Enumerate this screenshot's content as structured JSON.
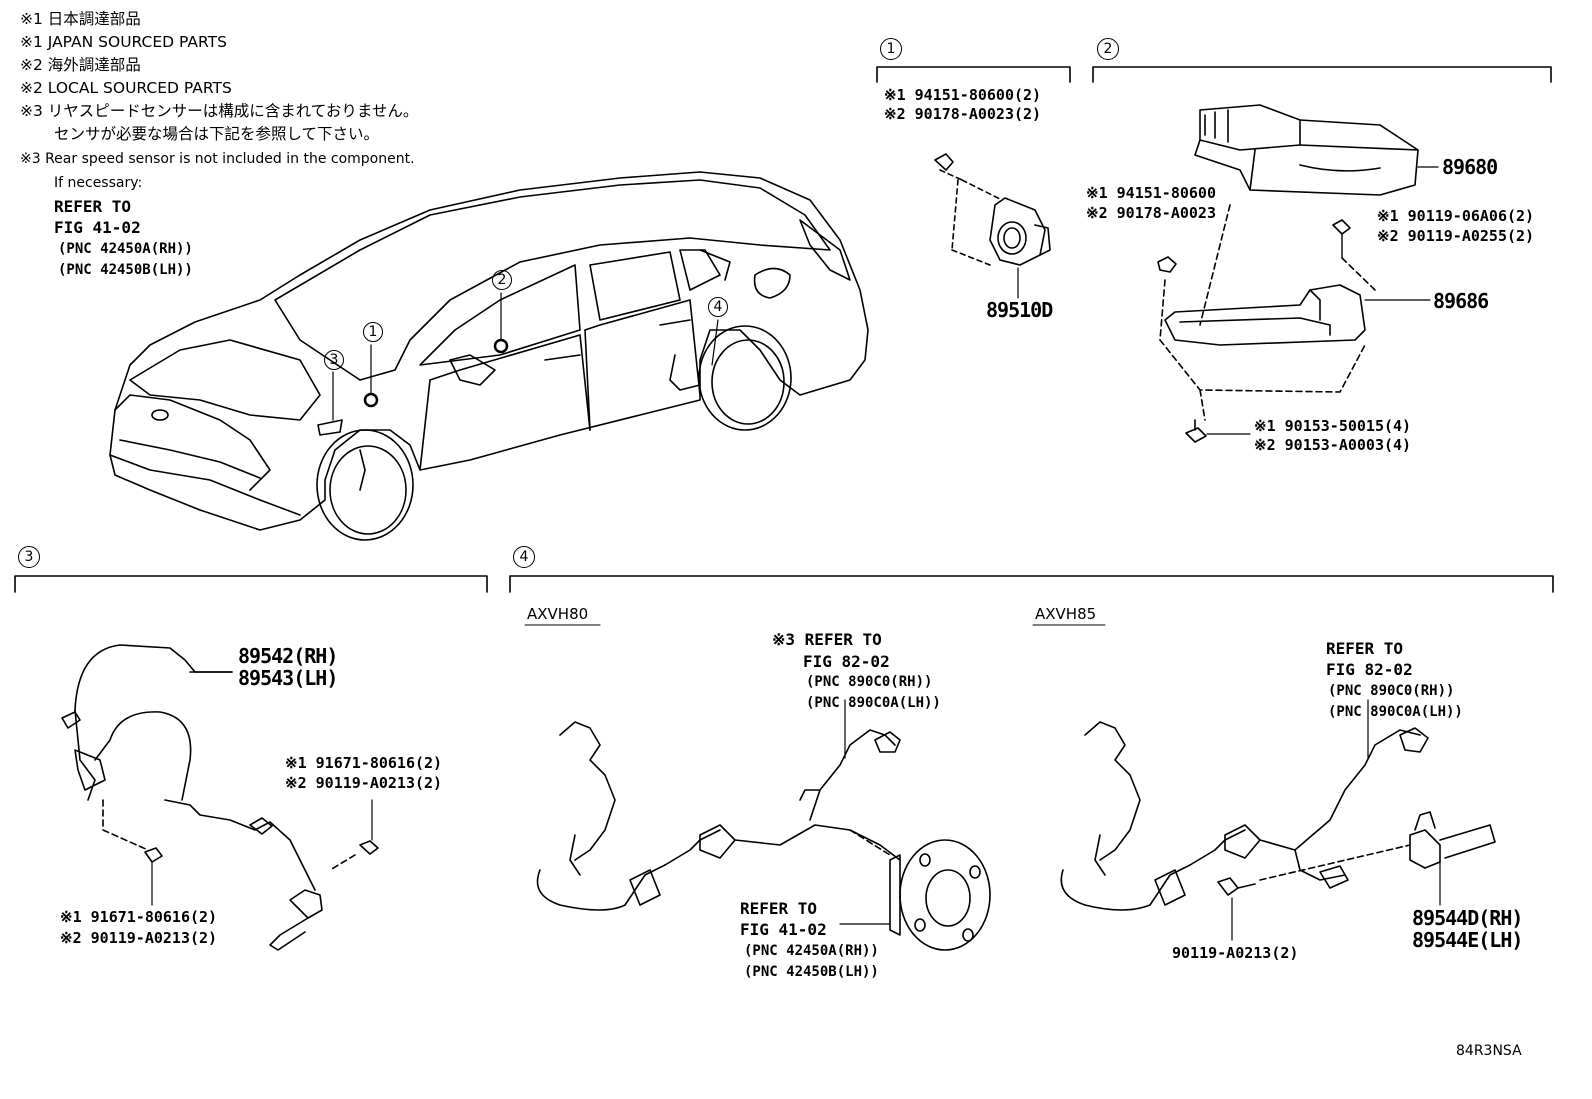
{
  "legend": [
    "※1 日本調達部品",
    "※1 JAPAN SOURCED PARTS",
    "※2 海外調達部品",
    "※2 LOCAL SOURCED PARTS",
    "※3 リヤスピードセンサーは構成に含まれておりません。",
    "センサが必要な場合は下記を参照して下さい。",
    "※3 Rear speed sensor is not included in the component.",
    "If necessary:"
  ],
  "legend_refer": [
    "REFER TO",
    "FIG 41-02",
    "(PNC 42450A(RH))",
    "(PNC 42450B(LH))"
  ],
  "section_numbers": [
    "1",
    "2",
    "3",
    "4"
  ],
  "section1": {
    "fastener": [
      "※1 94151-80600(2)",
      "※2 90178-A0023(2)"
    ],
    "part": "89510D"
  },
  "section2": {
    "ecu": "89680",
    "nut": [
      "※1 94151-80600",
      "※2 90178-A0023"
    ],
    "bolt_top": [
      "※1 90119-06A06(2)",
      "※2 90119-A0255(2)"
    ],
    "bracket": "89686",
    "bolt_bottom": [
      "※1 90153-50015(4)",
      "※2 90153-A0003(4)"
    ]
  },
  "section3": {
    "sensor": [
      "89542(RH)",
      "89543(LH)"
    ],
    "bolt_right": [
      "※1 91671-80616(2)",
      "※2 90119-A0213(2)"
    ],
    "bolt_left": [
      "※1 91671-80616(2)",
      "※2 90119-A0213(2)"
    ]
  },
  "section4": {
    "axvh80": "AXVH80",
    "axvh85": "AXVH85",
    "ref80_top": [
      "※3 REFER TO",
      "FIG 82-02",
      "(PNC 890C0(RH))",
      "(PNC 890C0A(LH))"
    ],
    "ref80_bottom": [
      "REFER TO",
      "FIG 41-02",
      "(PNC 42450A(RH))",
      "(PNC 42450B(LH))"
    ],
    "ref85_top": [
      "REFER TO",
      "FIG 82-02",
      "(PNC 890C0(RH))",
      "(PNC 890C0A(LH))"
    ],
    "bolt85": "90119-A0213(2)",
    "sensor85": [
      "89544D(RH)",
      "89544E(LH)"
    ]
  },
  "footer_code": "84R3NSA"
}
